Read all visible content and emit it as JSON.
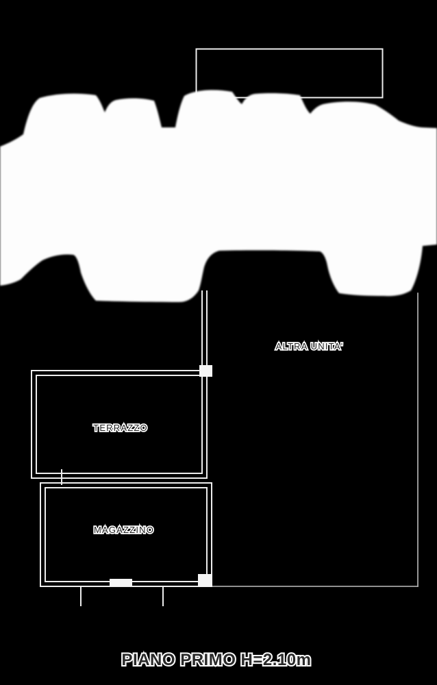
{
  "colors": {
    "background": "#000000",
    "paper": "#fdfdfd",
    "wall": "#ededed",
    "wall_faint": "#bfbfbf",
    "label_ink": "#1f1f1f",
    "label_halo": "#ffffff"
  },
  "floorplan": {
    "caption": "PIANO PRIMO H=2.10m",
    "rooms": {
      "altra_unita": {
        "label": "ALTRA UNITA'"
      },
      "terrazzo": {
        "label": "TERRAZZO"
      },
      "magazzino": {
        "label": "MAGAZZINO"
      }
    }
  }
}
